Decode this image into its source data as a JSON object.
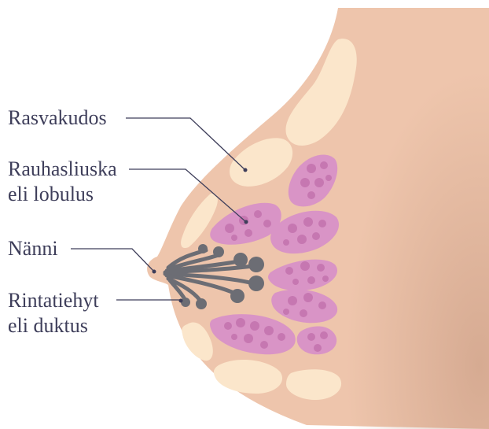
{
  "labels": {
    "fat": "Rasvakudos",
    "lobule_line1": "Rauhasliuska",
    "lobule_line2": "eli lobulus",
    "nipple": "Nänni",
    "duct_line1": "Rintatiehyt",
    "duct_line2": "eli duktus"
  },
  "colors": {
    "skin": "#eec5ac",
    "fat": "#fbe6cb",
    "lobule": "#d994c6",
    "lobule_dots": "#c677b1",
    "duct": "#6c6d74",
    "text": "#3e3e5a"
  }
}
